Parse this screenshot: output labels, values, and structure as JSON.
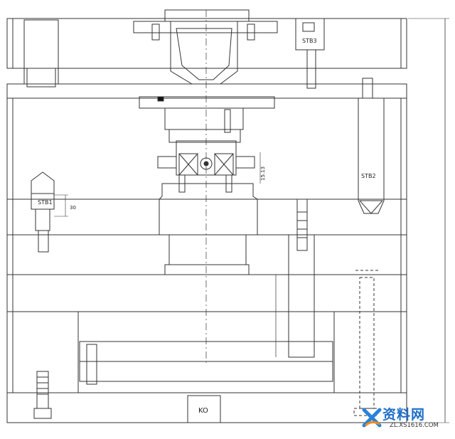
{
  "labels": {
    "stb3": "STB3",
    "stb2": "STB2",
    "stb1": "STB1",
    "ko": "KO",
    "dim_30": "30",
    "dim_15": "15.13"
  },
  "watermark": {
    "main": "资料网",
    "url": "ZL.XS1616.COM"
  }
}
